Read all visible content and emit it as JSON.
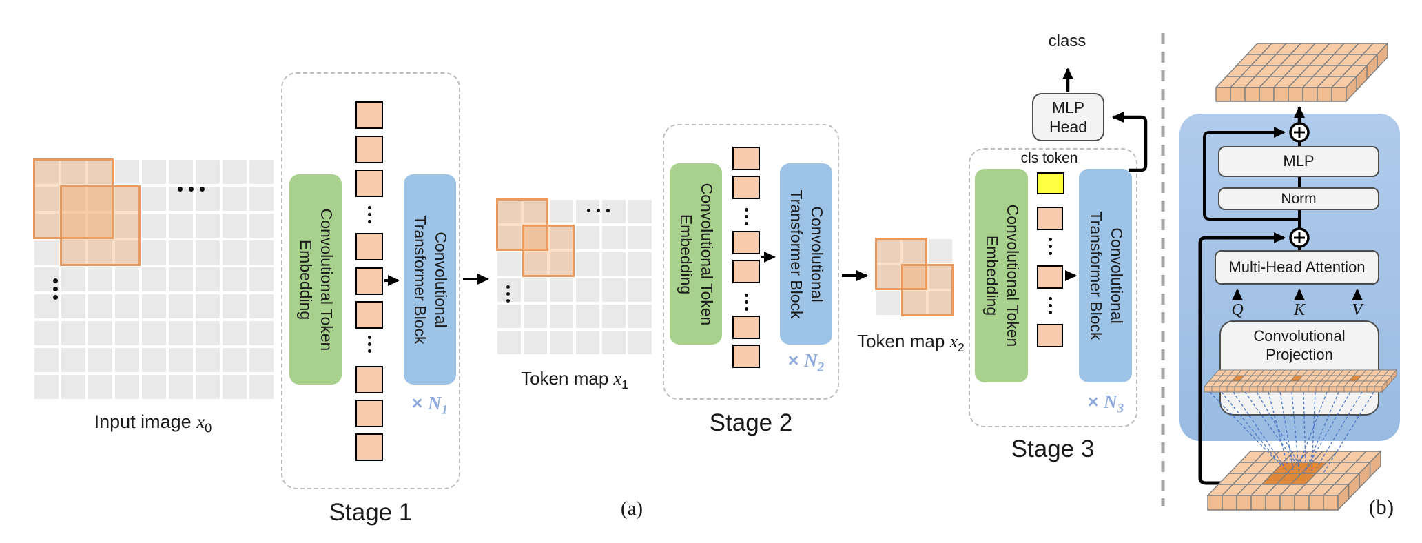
{
  "panel_a": {
    "caption": "(a)",
    "input_image": {
      "label": "Input image ",
      "var": "x",
      "sub": "0"
    },
    "token_map_1": {
      "label": "Token map ",
      "var": "x",
      "sub": "1"
    },
    "token_map_2": {
      "label": "Token map ",
      "var": "x",
      "sub": "2"
    },
    "stage1": {
      "name": "Stage 1",
      "embed_line1": "Convolutional Token",
      "embed_line2": "Embedding",
      "block_line1": "Convolutional",
      "block_line2": "Transformer Block",
      "repeat": {
        "times": "×",
        "var": "N",
        "sub": "1"
      }
    },
    "stage2": {
      "name": "Stage 2",
      "embed_line1": "Convolutional Token",
      "embed_line2": "Embedding",
      "block_line1": "Convolutional",
      "block_line2": "Transformer Block",
      "repeat": {
        "times": "×",
        "var": "N",
        "sub": "2"
      }
    },
    "stage3": {
      "name": "Stage 3",
      "embed_line1": "Convolutional Token",
      "embed_line2": "Embedding",
      "block_line1": "Convolutional",
      "block_line2": "Transformer Block",
      "repeat": {
        "times": "×",
        "var": "N",
        "sub": "3"
      },
      "cls_token": "cls token",
      "mlp_head_line1": "MLP",
      "mlp_head_line2": "Head",
      "class_label": "class"
    }
  },
  "panel_b": {
    "caption": "(b)",
    "mlp": "MLP",
    "norm": "Norm",
    "attention": "Multi-Head Attention",
    "q": "Q",
    "k": "K",
    "v": "V",
    "projection_line1": "Convolutional",
    "projection_line2": "Projection"
  },
  "colors": {
    "embed_green": "#a9d18e",
    "block_blue": "#9dc3e6",
    "token_orange": "#f8cbad",
    "cls_yellow": "#ffff42",
    "grid_gray": "#e9e9e9",
    "patch_orange": "#ea9a5e",
    "repeat_blue": "#8faadc",
    "panel_blue": "#a6c4e7",
    "box_gray": "#f3f3f3",
    "cube_tan": "#f6cba6",
    "cube_front": "#f0bd92",
    "cube_side": "#e7b084",
    "cube_dark": "#e0883a",
    "fan_blue": "#4472c4"
  }
}
